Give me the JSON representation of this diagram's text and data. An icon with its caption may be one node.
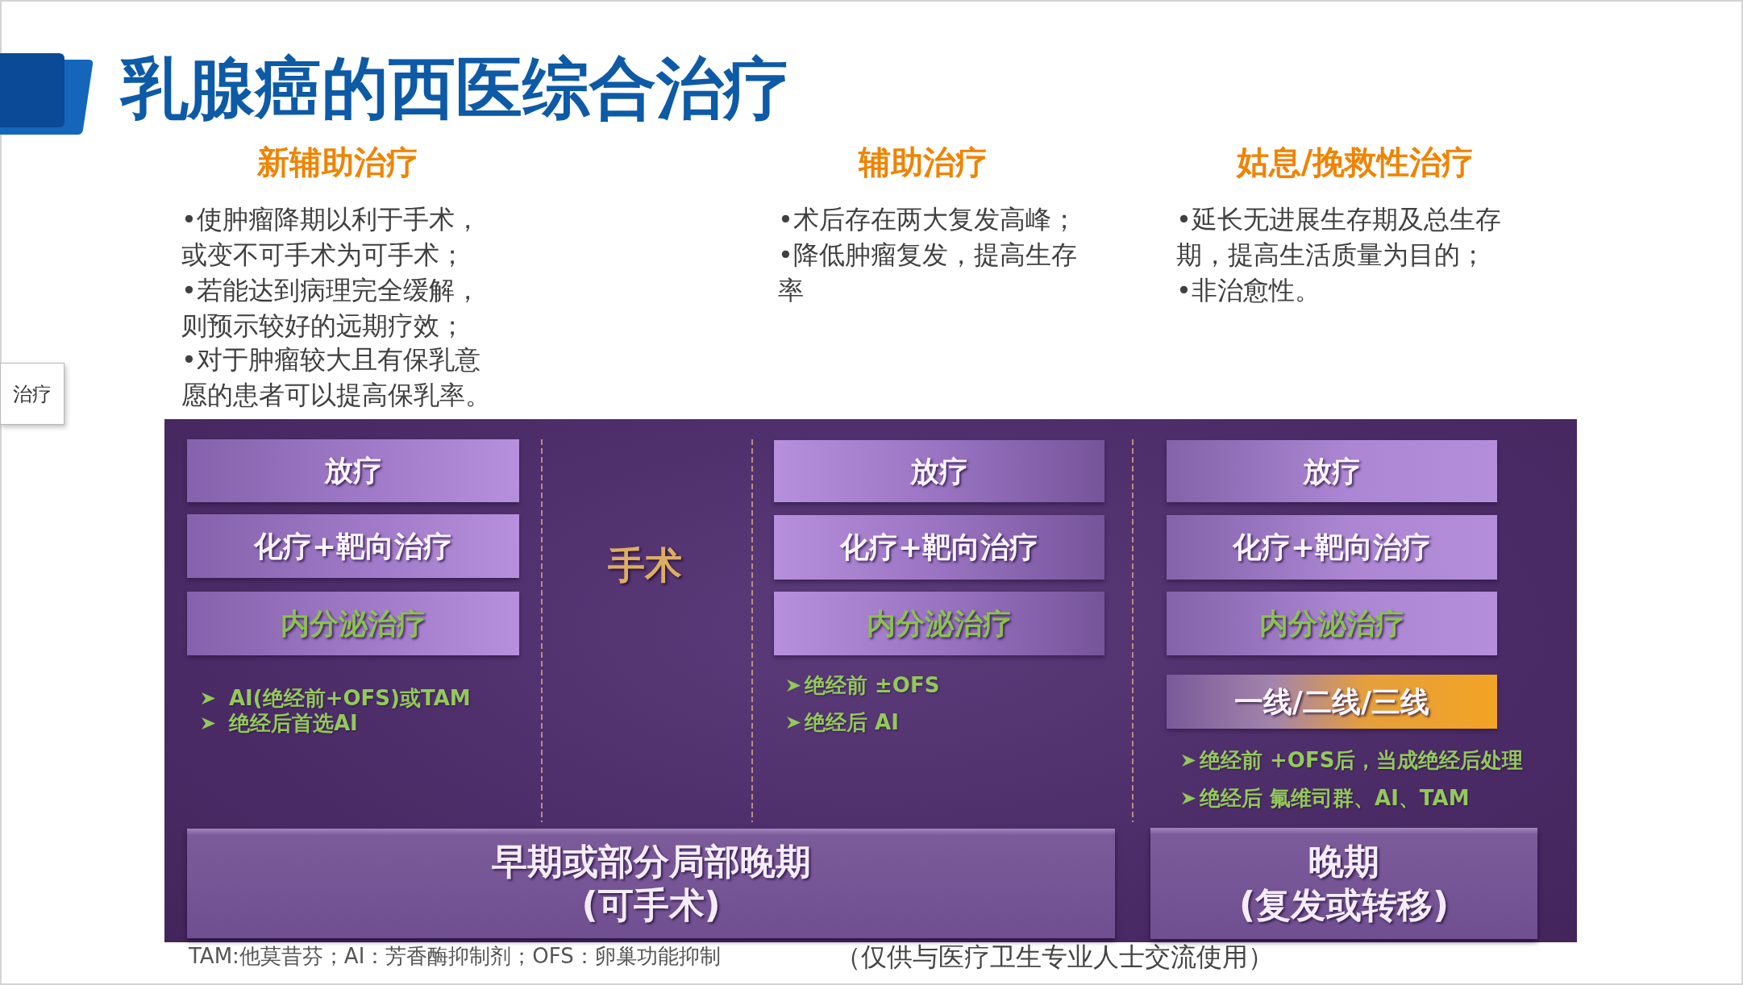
{
  "diagram": {
    "title": "乳腺癌的西医综合治疗",
    "nodes": [
      {
        "text": [
          "治疗"
        ]
      },
      {
        "text": [],
        "shape": "box"
      },
      {
        "text": [
          "放疗"
        ],
        "in": 1
      },
      {
        "text": [
          "化疗+靶向治疗"
        ],
        "in": 1
      },
      {
        "text": [
          "内分泌治疗"
        ],
        "in": 1
      },
      {
        "text": [
          "放疗"
        ],
        "in": 1
      },
      {
        "text": [
          "化疗+靶向治疗"
        ],
        "in": 1
      },
      {
        "text": [
          "内分泌治疗"
        ],
        "in": 1
      },
      {
        "text": [
          "放疗"
        ],
        "in": 1
      },
      {
        "text": [
          "化疗+靶向治疗"
        ],
        "in": 1
      },
      {
        "text": [
          "内分泌治疗"
        ],
        "in": 1
      },
      {
        "text": [
          "一线/二线/三线"
        ],
        "in": 1
      },
      {
        "text": [
          "早期或部分局部晚期",
          "(可手术)"
        ],
        "in": 1
      },
      {
        "text": [
          "晚期",
          "(复发或转移)"
        ],
        "in": 1
      }
    ],
    "labels": [
      "新辅助治疗",
      "辅助治疗",
      "姑息/挽救性治疗",
      "•使肿瘤降期以利于手术，或变不可手术为可手术；",
      "•若能达到病理完全缓解，则预示较好的远期疗效；",
      "•对于肿瘤较大且有保乳意愿的患者可以提高保乳率。",
      "•术后存在两大复发高峰；",
      "•降低肿瘤复发，提高生存率",
      "•延长无进展生存期及总生存期，提高生活质量为目的；",
      "•非治愈性。",
      "手术",
      "AI(绝经前+OFS)或TAM",
      "绝经后首选AI",
      "绝经前 ±OFS",
      "绝经后 AI",
      "绝经前 +OFS后，当成绝经后处理",
      "绝经后 氟维司群、AI、TAM",
      "TAM:他莫昔芬；AI：芳香酶抑制剂；OFS：卵巢功能抑制",
      "（仅供与医疗卫生专业人士交流使用）"
    ]
  }
}
